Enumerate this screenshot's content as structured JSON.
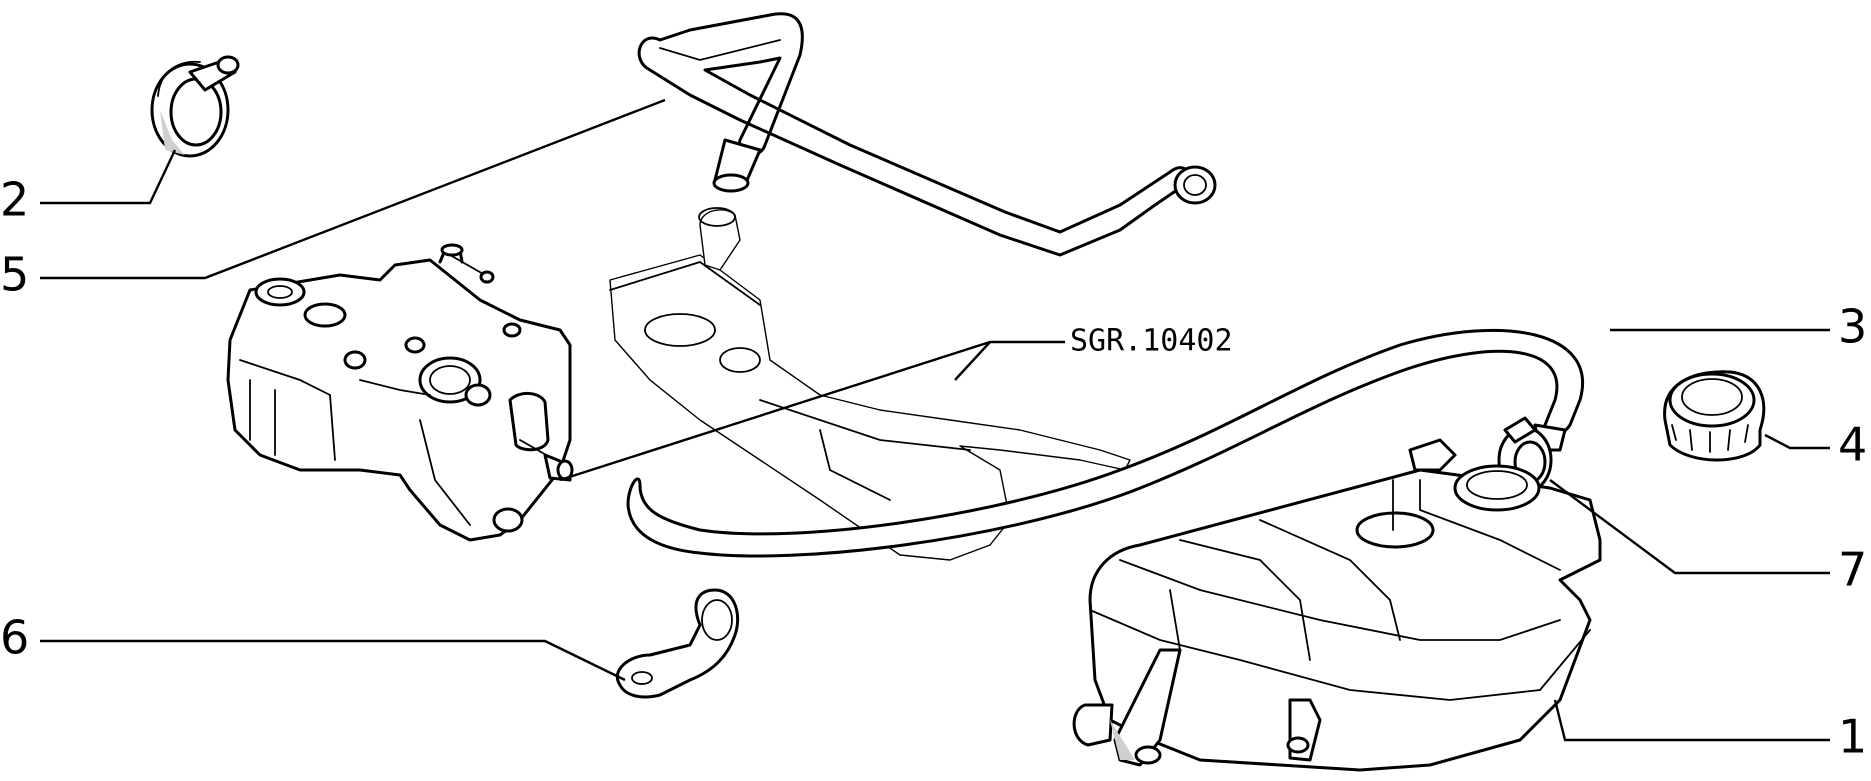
{
  "reference_code": "SGR.10402",
  "callouts": [
    "1",
    "2",
    "3",
    "4",
    "5",
    "6",
    "7"
  ]
}
